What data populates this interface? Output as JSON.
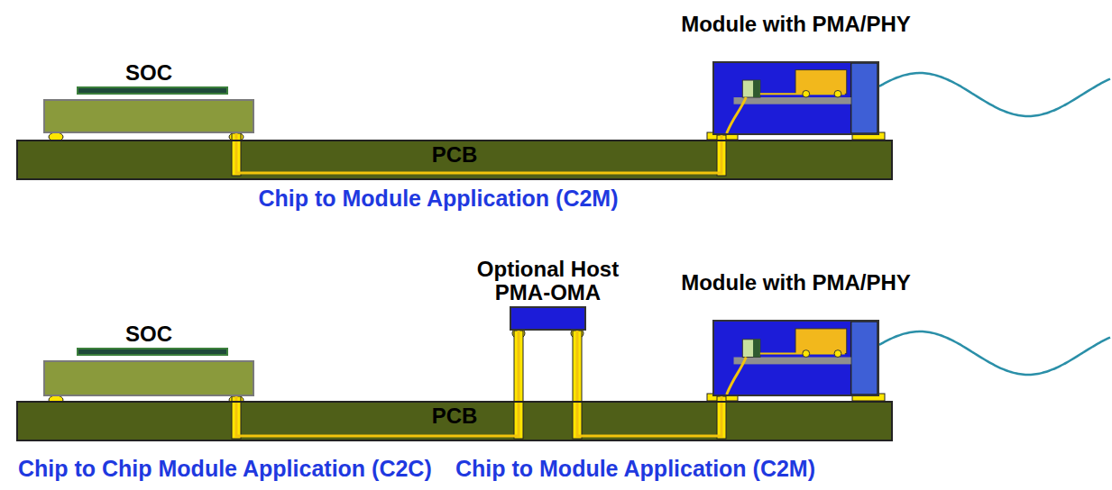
{
  "diagram": {
    "nodes": [
      {
        "text": [
          "SOC"
        ]
      },
      {
        "text": [
          "PCB"
        ]
      },
      {
        "text": [
          "Module with PMA/PHY"
        ]
      },
      {
        "text": [
          "SOC"
        ]
      },
      {
        "text": [
          "Optional Host PMA-OMA"
        ]
      },
      {
        "text": [
          "PCB"
        ]
      },
      {
        "text": [
          "Module with PMA/PHY"
        ]
      }
    ],
    "edges": [
      {
        "from": 0,
        "to": 2,
        "arrow": "none"
      },
      {
        "from": 3,
        "to": 4,
        "arrow": "none"
      },
      {
        "from": 4,
        "to": 6,
        "arrow": "none"
      }
    ],
    "labels": [
      "Chip to Module Application (C2M)",
      "Chip to Chip Module Application (C2C)",
      "Chip to Module Application (C2M)"
    ]
  }
}
